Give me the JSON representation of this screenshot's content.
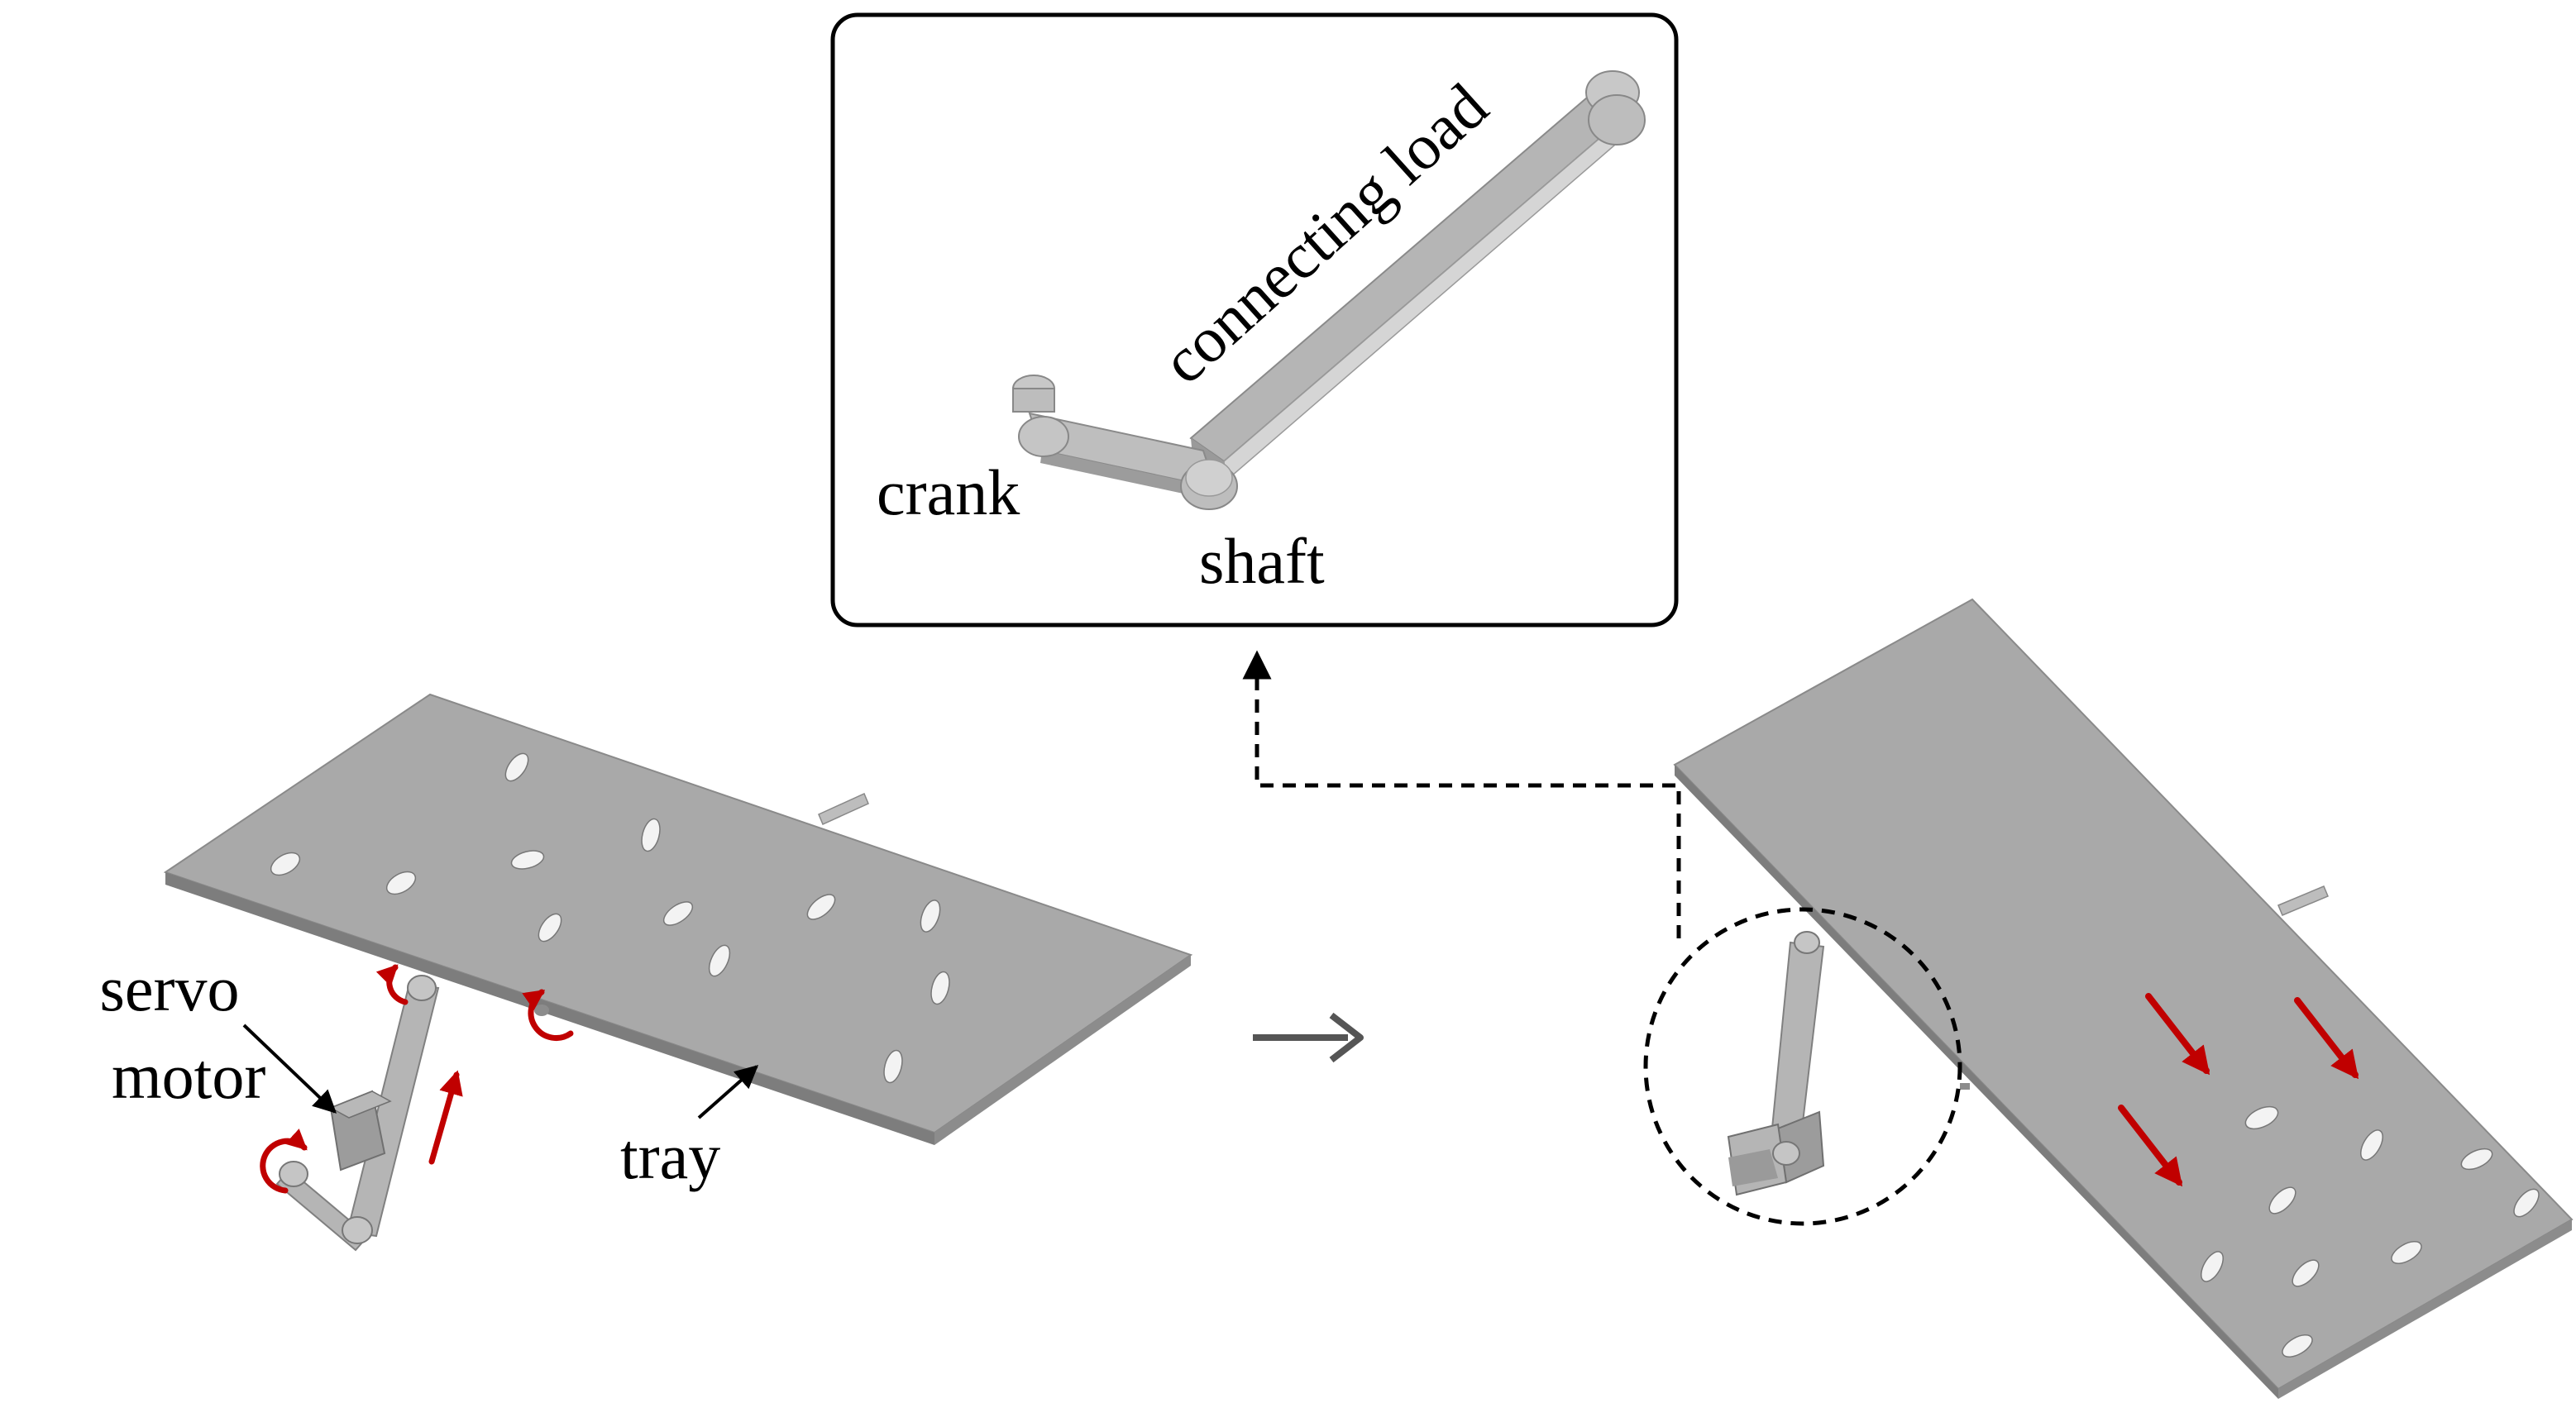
{
  "labels": {
    "connecting_load": "connecting load",
    "crank": "crank",
    "shaft": "shaft",
    "servo_line1": "servo",
    "servo_line2": "motor",
    "tray": "tray"
  },
  "colors": {
    "plate_top": "#a9a9a9",
    "plate_edge": "#7d7d7d",
    "part_gray": "#bdbdbd",
    "part_dark": "#8a8a8a",
    "hole": "#f3f3f3",
    "motion_arrow": "#c00000",
    "outline": "#000000"
  },
  "icons": {
    "transition_arrow": "long-right-arrow",
    "motion_arrows": "red-rotation-and-direction-arrows",
    "dashed_link": "dashed-callout-line"
  }
}
